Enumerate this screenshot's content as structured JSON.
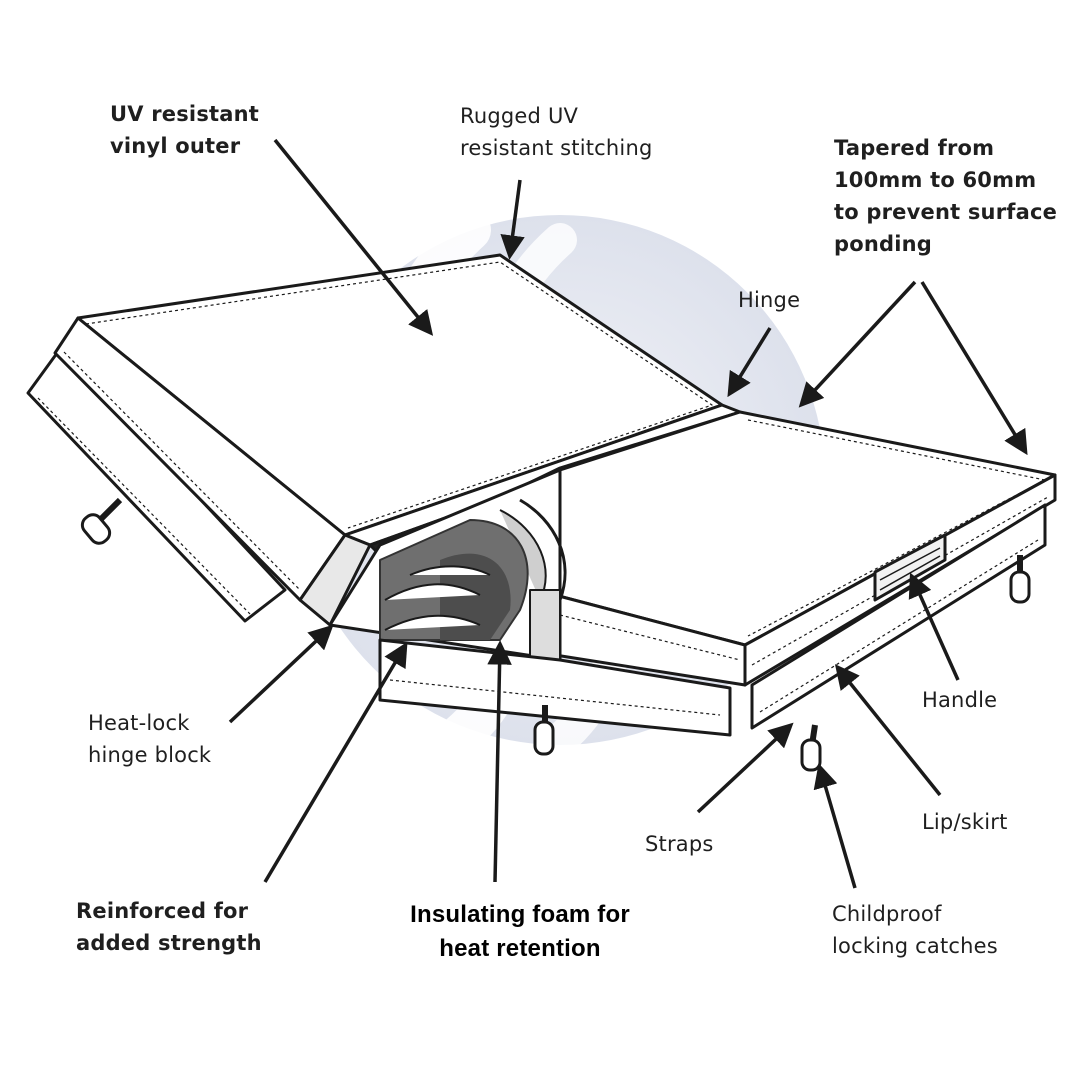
{
  "labels": {
    "uv_vinyl": [
      "UV resistant",
      "vinyl outer"
    ],
    "stitching": [
      "Rugged UV",
      "resistant stitching"
    ],
    "tapered": [
      "Tapered from",
      "100mm to 60mm",
      "to prevent surface",
      "ponding"
    ],
    "hinge": [
      "Hinge"
    ],
    "heat_lock": [
      "Heat-lock",
      "hinge block"
    ],
    "handle": [
      "Handle"
    ],
    "lip_skirt": [
      "Lip/skirt"
    ],
    "straps": [
      "Straps"
    ],
    "reinforced": [
      "Reinforced for",
      "added strength"
    ],
    "insulating": [
      "Insulating foam for",
      "heat retention"
    ],
    "childproof": [
      "Childproof",
      "locking catches"
    ]
  },
  "colors": {
    "line": "#1a1a1a",
    "panel": "#ffffff",
    "watermark": "#dfe3ee",
    "foam": "#777777",
    "foam_dark": "#4a4a4a"
  }
}
